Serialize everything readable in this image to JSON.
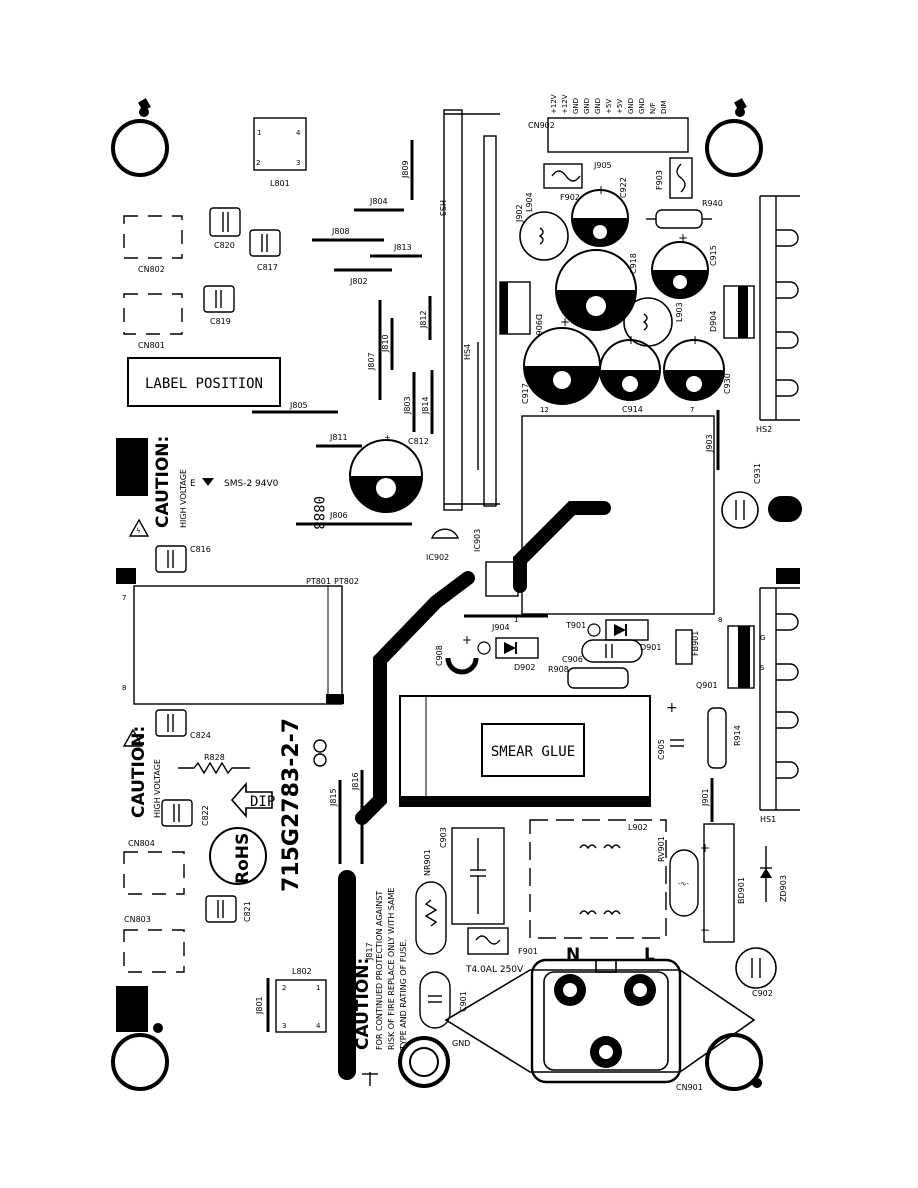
{
  "board": {
    "part_number": "715G2783-2-7",
    "rohs": "RoHS",
    "dip": "DIP",
    "label_position": "LABEL POSITION",
    "smear_glue": "SMEAR GLUE",
    "flammability": "SMS-2  94V0",
    "ul_mark": "E",
    "code": "0888"
  },
  "cautions": {
    "high_voltage_1_title": "CAUTION:",
    "high_voltage_1_text": "HIGH VOLTAGE",
    "high_voltage_2_title": "CAUTION:",
    "high_voltage_2_text": "HIGH VOLTAGE",
    "fuse_title": "CAUTION:",
    "fuse_line1": "FOR CONTINUED PROTECTION AGAINST",
    "fuse_line2": "RISK OF FIRE REPLACE ONLY WITH SAME",
    "fuse_line3": "TYPE AND RATING OF FUSE."
  },
  "fuse_rating": "T4.0AL  250V",
  "mains": {
    "neutral": "N",
    "line": "L",
    "ground": "GND"
  },
  "cn902_pins": [
    "+12V",
    "+12V",
    "GND",
    "GND",
    "GND",
    "+5V",
    "+5V",
    "GND",
    "GND",
    "N/F",
    "DIM"
  ],
  "designators": {
    "L801": "L801",
    "CN802": "CN802",
    "CN801": "CN801",
    "C820": "C820",
    "C817": "C817",
    "C819": "C819",
    "J809": "J809",
    "J804": "J804",
    "J808": "J808",
    "J813": "J813",
    "J802": "J802",
    "J812": "J812",
    "J810": "J810",
    "J807": "J807",
    "J805": "J805",
    "J803": "J803",
    "J814": "J814",
    "J811": "J811",
    "C812": "C812",
    "J806": "J806",
    "HS3": "HS3",
    "HS4": "HS4",
    "CN902": "CN902",
    "J905": "J905",
    "F902": "F902",
    "C922": "C922",
    "F903": "F903",
    "J902": "J902",
    "L904": "L904",
    "R940": "R940",
    "C918": "C918",
    "C915": "C915",
    "D906": "D906",
    "D904": "D904",
    "L903": "L903",
    "C917": "C917",
    "C914": "C914",
    "C930": "C930",
    "HS2": "HS2",
    "J903": "J903",
    "C931": "C931",
    "C816": "C816",
    "PT801": "PT801",
    "PT802": "PT802",
    "IC902": "IC902",
    "IC903": "IC903",
    "J904": "J904",
    "T901": "T901",
    "D901": "D901",
    "FB901": "FB901",
    "C908": "C908",
    "D902": "D902",
    "C906": "C906",
    "R908": "R908",
    "Q901": "Q901",
    "C824": "C824",
    "R828": "R828",
    "C822": "C822",
    "J815": "J815",
    "J816": "J816",
    "C905": "C905",
    "R914": "R914",
    "J901": "J901",
    "HS1": "HS1",
    "CN804": "CN804",
    "CN803": "CN803",
    "C821": "C821",
    "C903": "C903",
    "NR901": "NR901",
    "L902": "L902",
    "RV901": "RV901",
    "BD901": "BD901",
    "ZD903": "ZD903",
    "J817": "J817",
    "F901": "F901",
    "L802": "L802",
    "J801": "J801",
    "C901": "C901",
    "C902": "C902",
    "CN901": "CN901"
  },
  "pins": {
    "p1": "1",
    "p2": "2",
    "p3": "3",
    "p4": "4",
    "p7": "7",
    "p8": "8",
    "p12": "12"
  },
  "colors": {
    "ink": "#000000",
    "board": "#ffffff"
  }
}
